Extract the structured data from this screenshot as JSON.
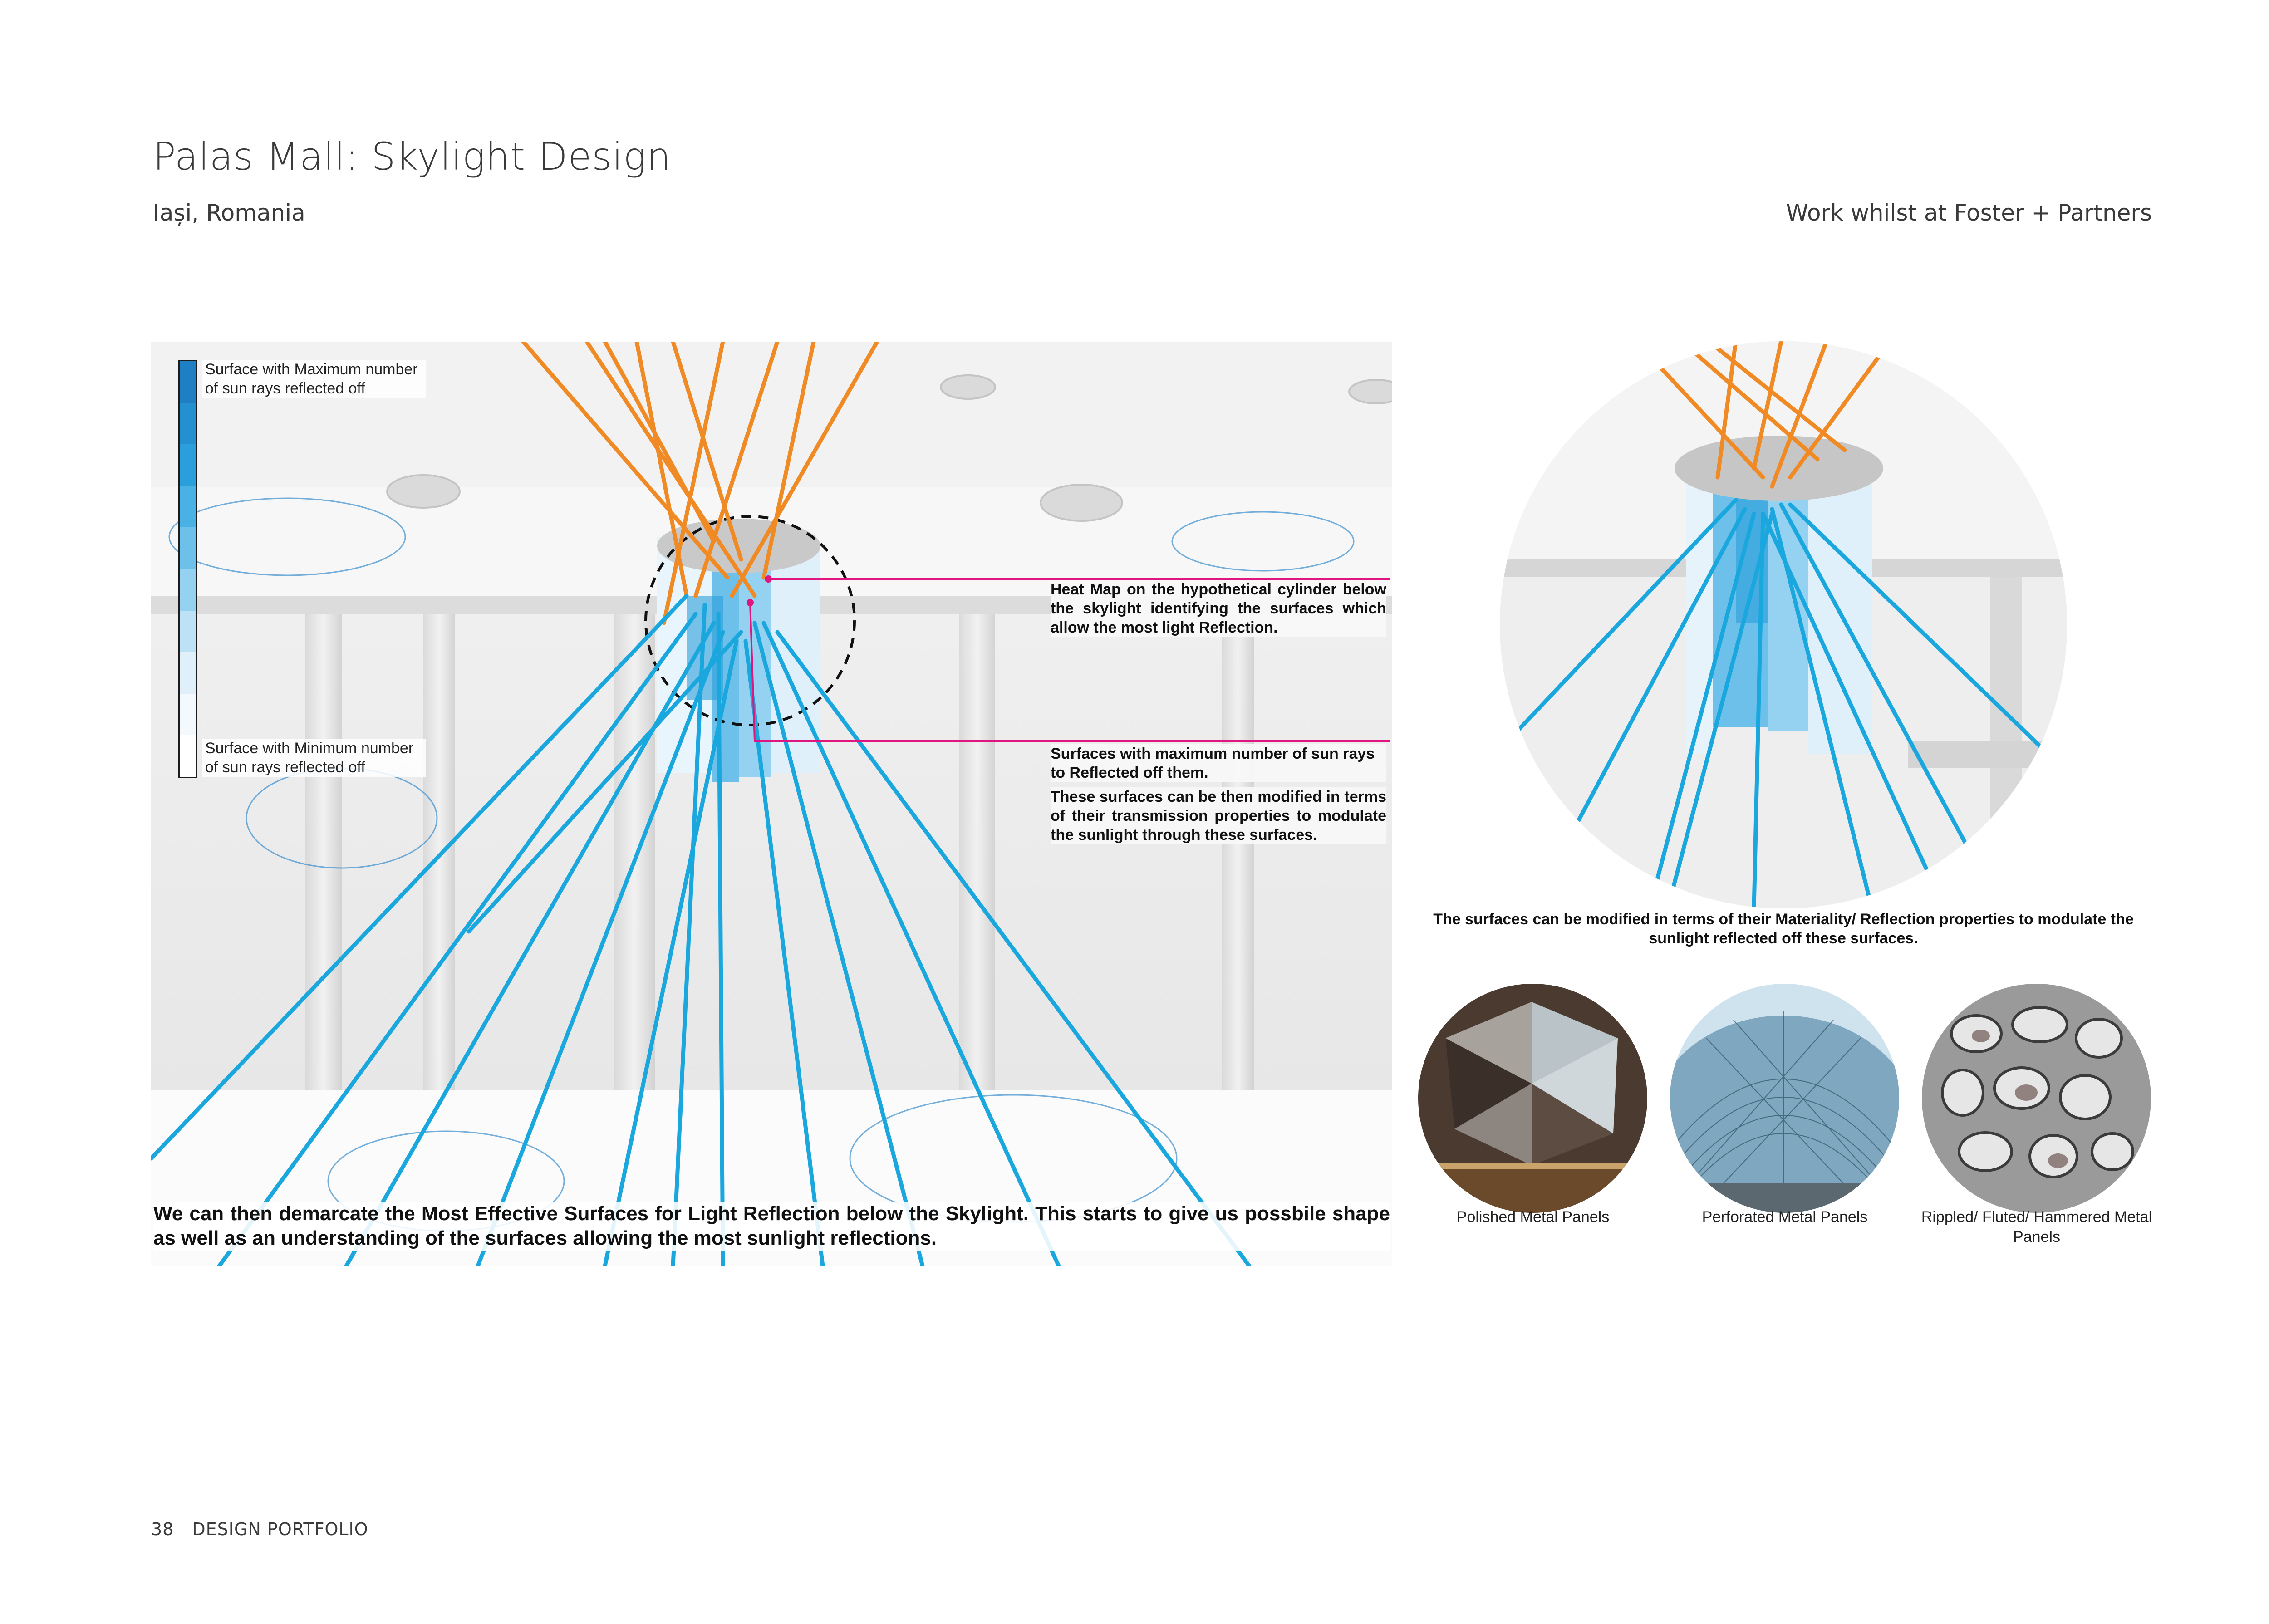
{
  "header": {
    "title": "Palas Mall: Skylight Design",
    "location": "Iași, Romania",
    "credit": "Work whilst at Foster + Partners"
  },
  "main_render": {
    "legend": {
      "max_label": "Surface with Maximum number of sun rays reflected off",
      "min_label": "Surface with Minimum number of sun rays reflected off",
      "gradient_colors": [
        "#1f7fc4",
        "#2590d0",
        "#2b9fdc",
        "#49b1e4",
        "#6cc0ea",
        "#95d1f0",
        "#bde2f5",
        "#dff0fa",
        "#f3f9fd",
        "#ffffff"
      ]
    },
    "callout_heatmap": "Heat Map on the hypothetical cylinder below the skylight identifying the surfaces which allow the most light Reflection.",
    "callout_surfaces_title": "Surfaces with maximum number of sun rays to Reflected off them.",
    "callout_surfaces_body": "These surfaces can be then modified in terms of their transmission properties to modulate the sunlight through these surfaces.",
    "caption": "We can then demarcate the Most Effective Surfaces for Light Reflection below the Skylight. This starts to give us possbile shape as well as an understanding of the surfaces allowing the most sunlight reflections."
  },
  "detail": {
    "caption": "The surfaces can be modified in terms of their Materiality/ Reflection properties to modulate the sunlight reflected off these surfaces."
  },
  "materials": [
    {
      "label": "Polished Metal Panels"
    },
    {
      "label": "Perforated Metal Panels"
    },
    {
      "label": "Rippled/ Fluted/ Hammered Metal Panels"
    }
  ],
  "colors": {
    "sun_ray_incoming": "#f08a24",
    "sun_ray_reflected": "#1aa7dd",
    "leader_line": "#e0157f"
  },
  "footer": {
    "page_number": "38",
    "label": "DESIGN PORTFOLIO"
  }
}
